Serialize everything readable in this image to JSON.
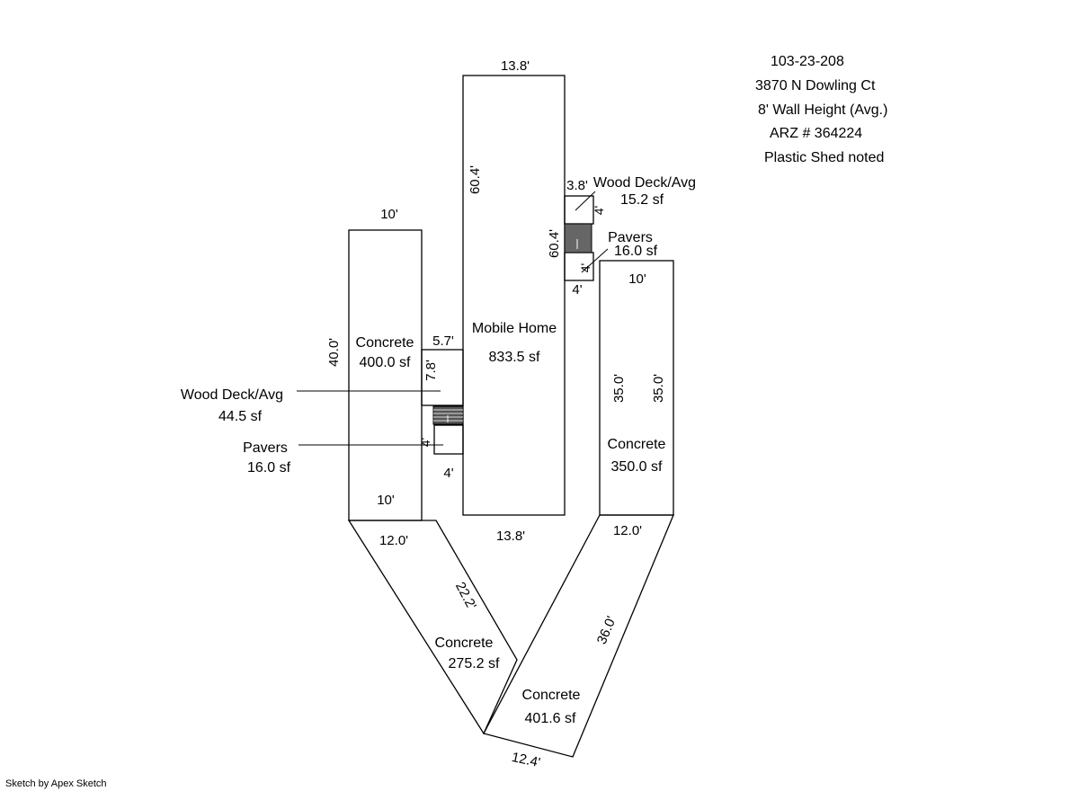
{
  "info": {
    "parcel": "103-23-208",
    "address": "3870 N Dowling Ct",
    "wall_height": "8' Wall Height (Avg.)",
    "arz": "ARZ # 364224",
    "note": "Plastic Shed noted"
  },
  "credit": "Sketch by Apex Sketch",
  "areas": {
    "mobile_home": {
      "name": "Mobile Home",
      "area": "833.5 sf"
    },
    "concrete_left": {
      "name": "Concrete",
      "area": "400.0 sf"
    },
    "concrete_right": {
      "name": "Concrete",
      "area": "350.0 sf"
    },
    "concrete_diag_left": {
      "name": "Concrete",
      "area": "275.2 sf"
    },
    "concrete_diag_right": {
      "name": "Concrete",
      "area": "401.6 sf"
    },
    "deck_left": {
      "name": "Wood Deck/Avg",
      "area": "44.5 sf"
    },
    "pavers_left": {
      "name": "Pavers",
      "area": "16.0 sf"
    },
    "deck_right": {
      "name": "Wood Deck/Avg",
      "area": "15.2 sf"
    },
    "pavers_right": {
      "name": "Pavers",
      "area": "16.0 sf"
    }
  },
  "dims": {
    "mh_top": "13.8'",
    "mh_bottom": "13.8'",
    "mh_left": "60.4'",
    "mh_right": "60.4'",
    "cl_top": "10'",
    "cl_bottom": "10'",
    "cl_left": "40.0'",
    "cr_top": "10'",
    "cr_inner_left": "35.0'",
    "cr_inner_right": "35.0'",
    "deck_l_top": "5.7'",
    "deck_l_side": "7.8'",
    "pav_l_side": "4'",
    "pav_l_bottom": "4'",
    "deck_r_top": "3.8'",
    "deck_r_side": "4'",
    "pav_r_side": "4'",
    "pav_r_bottom": "4'",
    "dl_top": "12.0'",
    "dl_side": "22.2'",
    "dr_top": "12.0'",
    "dr_side": "36.0'",
    "dr_bottom": "12.4'"
  }
}
